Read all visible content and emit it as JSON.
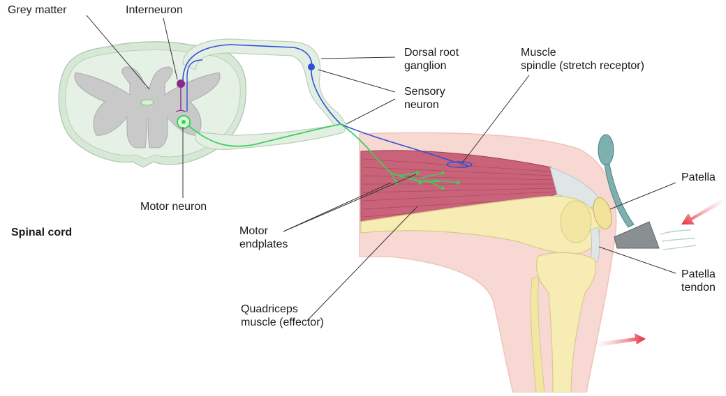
{
  "labels": {
    "grey_matter": "Grey matter",
    "interneuron": "Interneuron",
    "dorsal_root_ganglion": "Dorsal root\nganglion",
    "muscle_spindle": "Muscle\nspindle (stretch receptor)",
    "sensory_neuron": "Sensory\nneuron",
    "patella": "Patella",
    "motor_neuron": "Motor neuron",
    "spinal_cord": "Spinal cord",
    "motor_endplates": "Motor\nendplates",
    "patella_tendon": "Patella\ntendon",
    "quadriceps": "Quadriceps\nmuscle (effector)"
  },
  "colors": {
    "spinal_white_matter": "#e3efe3",
    "grey_matter": "#c9c9c9",
    "sensory_neuron": "#2f4fd6",
    "motor_neuron": "#3ccf5a",
    "interneuron": "#8a2a8a",
    "muscle": "#c9637a",
    "skin": "#f8d8d3",
    "bone": "#f6ecb4",
    "hammer": "#7fb0b0",
    "arrow": "#e8283a"
  }
}
